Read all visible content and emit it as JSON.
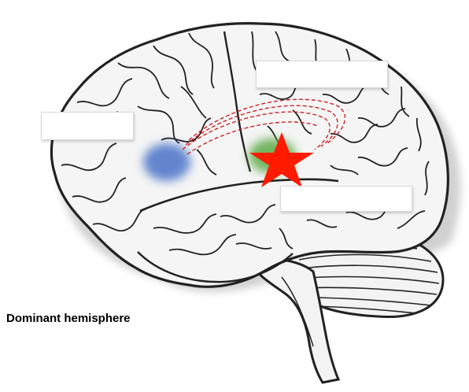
{
  "caption": "Dominant hemisphere",
  "label_boxes": [
    "",
    "",
    ""
  ],
  "markers": {
    "frontal_region_color": "#4a72c8",
    "parietal_region_color": "#5aa845",
    "star_color": "#ff1a00",
    "fiber_tract_color": "#cc2222"
  },
  "icons": [
    "brain-outline",
    "cerebellum",
    "brainstem",
    "star-marker"
  ]
}
